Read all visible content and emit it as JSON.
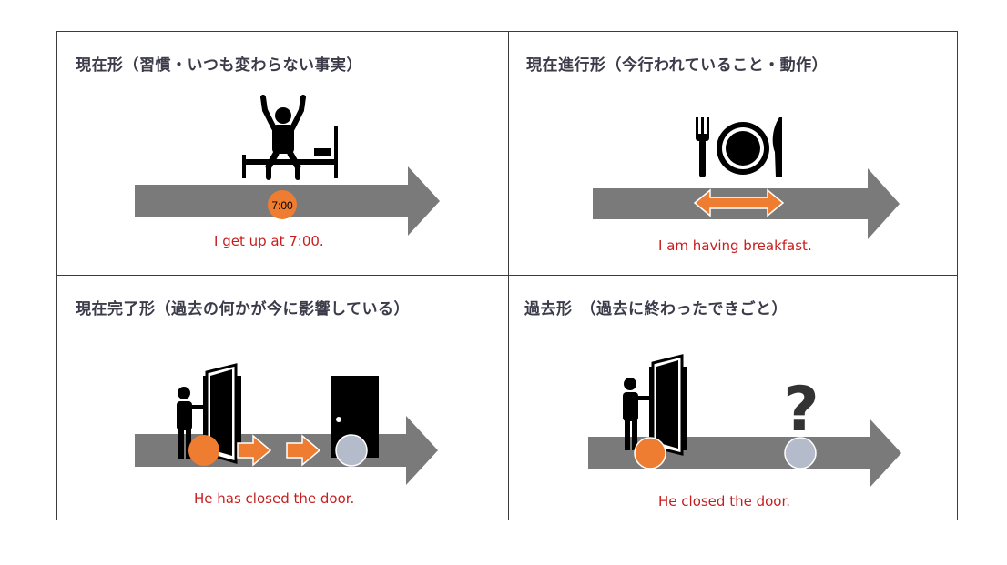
{
  "panels": [
    {
      "title": "現在形（習慣・いつも変わらない事実）",
      "sentence": "I get up at 7:00.",
      "time_label": "7:00"
    },
    {
      "title": "現在進行形（今行われていること・動作）",
      "sentence": "I am having breakfast."
    },
    {
      "title": "現在完了形（過去の何かが今に影響している）",
      "sentence": "He has closed the door."
    },
    {
      "title": "過去形　（過去に終わったできごと）",
      "sentence": "He closed the door.",
      "question_mark": "?"
    }
  ],
  "colors": {
    "arrow": "#7a7a7a",
    "orange": "#ee7d31",
    "gray_circle": "#b4bccb",
    "text_red": "#c81d1d",
    "icon": "#000000"
  }
}
